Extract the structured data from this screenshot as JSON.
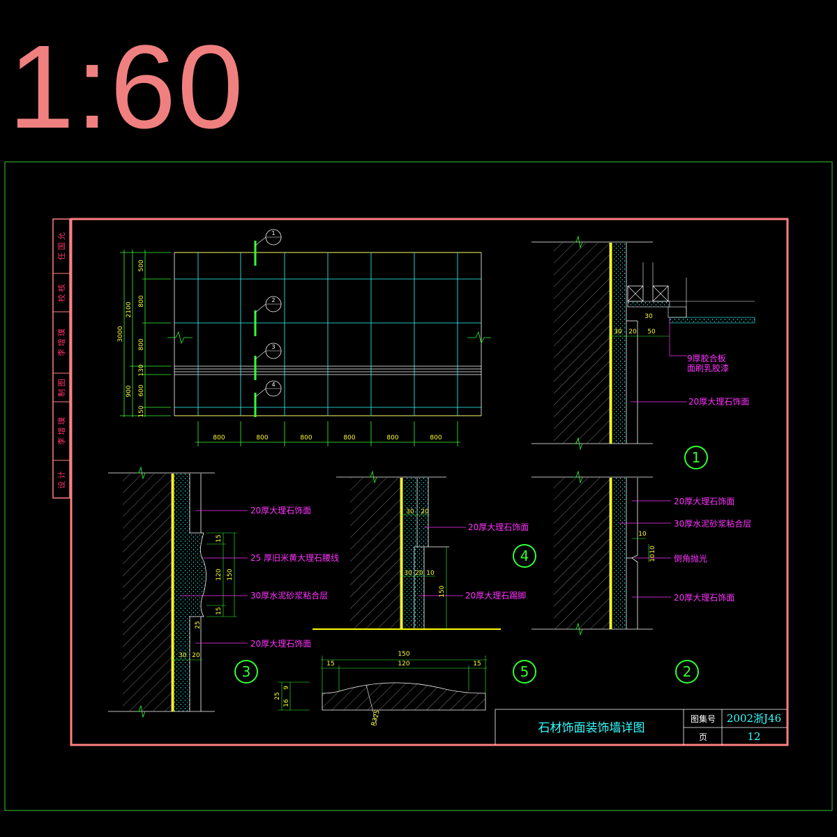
{
  "scale_label": "1:60",
  "colors": {
    "frame_outer": "#33cc33",
    "frame_inner": "#ff8080",
    "yellow": "#ffff00",
    "cyan": "#33ffff",
    "magenta": "#ff33ff",
    "green": "#33ff33",
    "white": "#ffffff"
  },
  "side_strip": [
    "设 计",
    "李 增 璞",
    "制 图",
    "李 增 璞",
    "校 核",
    "任 国 允"
  ],
  "elevation": {
    "v_dims": [
      "500",
      "800",
      "800",
      "130",
      "600",
      "150"
    ],
    "v_totals": [
      "2100",
      "900"
    ],
    "overall": "3000",
    "h_dims": [
      "800",
      "800",
      "800",
      "800",
      "800",
      "800"
    ],
    "markers": [
      "1",
      "2",
      "3",
      "4"
    ]
  },
  "detail1": {
    "number": "1",
    "dims": [
      "30",
      "20",
      "30",
      "50"
    ],
    "labels": [
      "9厚胶合板",
      "面刷乳胶漆",
      "20厚大理石饰面"
    ]
  },
  "detail2": {
    "number": "2",
    "dims": [
      "10",
      "10",
      "10"
    ],
    "labels": [
      "20厚大理石饰面",
      "30厚水泥砂浆粘合层",
      "倒角抛光",
      "20厚大理石饰面"
    ]
  },
  "detail3": {
    "number": "3",
    "dims": [
      "15",
      "120",
      "150",
      "15",
      "25",
      "30",
      "20"
    ],
    "labels": [
      "20厚大理石饰面",
      "25 厚旧米黄大理石腰线",
      "30厚水泥砂浆粘合层",
      "20厚大理石饰面"
    ]
  },
  "detail4": {
    "number": "4",
    "dims": [
      "30",
      "20",
      "30",
      "20",
      "10",
      "150"
    ],
    "labels": [
      "20厚大理石饰面",
      "20厚大理石踢脚"
    ]
  },
  "detail5": {
    "number": "5",
    "dims": [
      "150",
      "15",
      "120",
      "15",
      "25",
      "16",
      "9",
      "R325"
    ]
  },
  "title_block": {
    "title": "石材饰面装饰墙详图",
    "atlas_label": "图集号",
    "atlas_value": "2002浙J46",
    "page_label": "页",
    "page_value": "12"
  }
}
